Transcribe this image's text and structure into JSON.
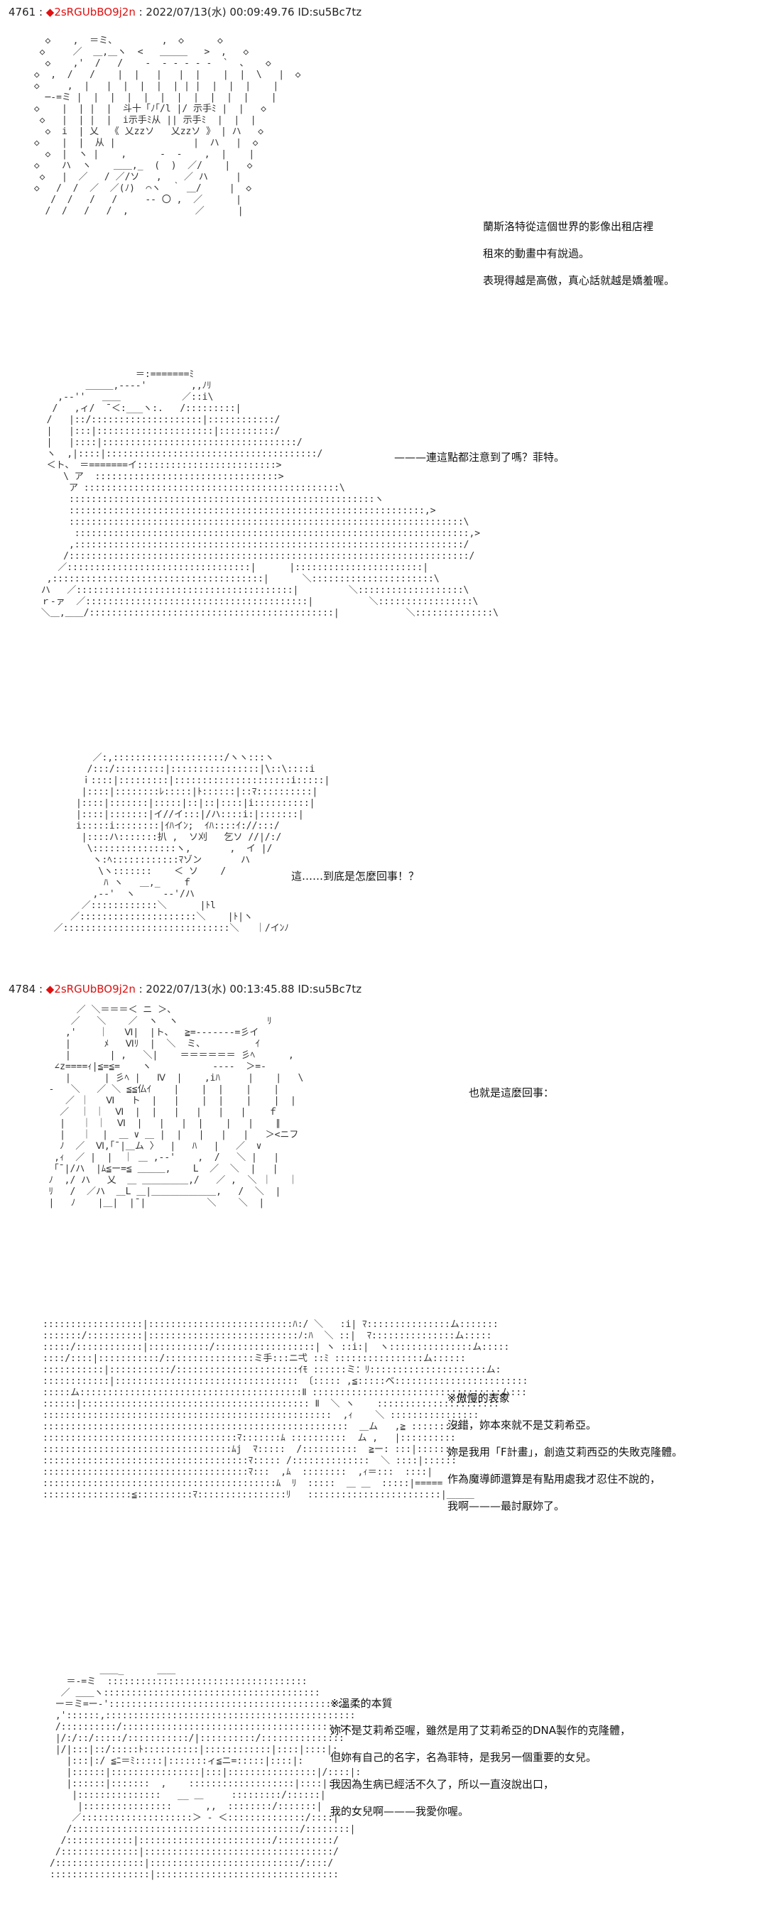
{
  "posts": [
    {
      "number": "4761 :",
      "name": "2sRGUbBO9j2n",
      "meta": ": 2022/07/13(水) 00:09:49.76 ID:su5Bc7tz",
      "scenes": [
        {
          "art": "   ◇    ,  ＝ミ、        ,  ◇      ◇\n  ◇     ／  ＿,＿ヽ  <   ＿＿＿   >  ,   ◇\n   ◇    ,'  /   /    -  ‐ ‐ ‐ ‐ ‐  `  、   ◇\n ◇  ,  /   /    |  |   |   |  |    |  |  \\   |  ◇\n ◇     ,  |   |  |  |  |  | | |  |  |  |    |\n   ─‐=ミ |  |  |  |  |  |  |  |  |  |  |    |\n ◇    |  | |  |  斗十「ﾉ｢/l |/ 示手ﾐ |  |   ◇\n  ◇   |  | |  |  i示手ﾐ从 || 示手ﾐ  |  |  |\n   ◇  i  | 乂  《 乂zzソ   乂zzソ 》 | ハ   ◇\n ◇    |  |  从 |              |  ハ   |  ◇\n   ◇  |  ヽ |    ,      ‐  ‐    ,  |    |\n ◇    ハ  ヽ    ＿＿,_  (  )  ／/    |   ◇\n  ◇   |  ／   / ／/ソ   ,    ／ ハ     |\n ◇   /  /  ／  ／(ﾉ)  ⌒ヽ  ｀ ＿/     |  ◇\n    /  /   /   /     ‐‐ 〇 ,  ／      |\n   /  /   /   /  ,            ／      |",
          "lines": [
            "蘭斯洛特從這個世界的影像出租店裡",
            "租來的動畫中有說過。",
            "表現得越是高傲，真心話就越是嬌羞喔。"
          ]
        },
        {
          "art": "                  ＝:=======ﾐ\n         ＿＿＿,---‐'        ,,ﾉﾘ\n    ,-‐''   ＿＿           ／::i\\\n   /   ,ィ/  ̄ ＜:___ヽ:.   /:::::::::|\n  /   |::/::::::::::::::::::::|::::::::::::/\n  |   |:::|:::::::::::::::::::::|::::::::::/\n  |   |::::|:::::::::::::::::::::::::::::::::::/\n  ヽ  ,|::::|::::::::::::::::::::::::::::::::::::::/\n  ＜ト、 ＝=======イ:::::::::::::::::::::::::>\n     \\ ア  :::::::::::::::::::::::::::::::::>\n      ア ::::::::::::::::::::::::::::::::::::::::::::::\\\n      :::::::::::::::::::::::::::::::::::::::::::::::::::::::ヽ\n      ::::::::::::::::::::::::::::::::::::::::::::::::::::::::::::::::,>\n      :::::::::::::::::::::::::::::::::::::::::::::::::::::::::::::::::::::::\\\n       :::::::::::::::::::::::::::::::::::::::::::::::::::::::::::::::::::::::,>\n      ,::::::::::::::::::::::::::::::::::::::::::::::::::::::::::::::::::::::/\n     /::::::::::::::::::::::::::::::::::::::::::::::::::::::::::::::::::::::::/\n    ／:::::::::::::::::::::::::::::::::|      |:::::::::::::::::::::::|\n  ,::::::::::::::::::::::::::::::::::::::|      ＼::::::::::::::::::::::\\\n ハ   ／:::::::::::::::::::::::::::::::::::::::|         ＼:::::::::::::::::::\\\n ｒ-ァ  ／::::::::::::::::::::::::::::::::::::::::|          ＼:::::::::::::::::\\\n ＼＿,＿＿/::::::::::::::::::::::::::::::::::::::::::::|            ＼::::::::::::::\\",
          "lines": [
            "———連這點都注意到了嗎？菲特。"
          ]
        },
        {
          "art": "         ／:,::::::::::::::::::::/ヽヽ:::ヽ\n        /:::/:::::::::|::::::::::::::::|\\::\\::::i\n       ｉ::::|:::::::::|:::::::::::::::::::::i:::::|\n       |::::|::::::::ﾚ:::::|ﾄ::::::|::ﾏ::::::::::|\n      |::::|:::::::|:::::|::|::|::::|i::::::::::|\n      |::::|:::::::|イ//イ:::|/ハ::::i:|:::::::|\n      i:::::i::::::::|ｲﾊイﾝ;  ｲﾊ::::ｲ://:::/\n       |::::ハ:::::::扒 ,  ソ刈   乞ソ //|/:/\n        \\:::::::::::::::ヽ,       ,  イ |/\n         ヽ:ﾍ::::::::::::ﾏゾン       ハ\n          \\ヽ:::::::    ＜ ソ    /\n           ﾊ ヽ   ＿,_    ｆ\n         ,-‐'  ヽ     ‐‐'/ハ\n       ／::::::::::::＼      |ﾄl\n     ／:::::::::::::::::::::＼    |ﾄ|ヽ\n  ／::::::::::::::::::::::::::::::＼   ｜/イﾝﾉ",
          "lines": [
            "這……到底是怎麼回事！？"
          ]
        }
      ]
    },
    {
      "number": "4784 :",
      "name": "2sRGUbBO9j2n",
      "meta": ": 2022/07/13(水) 00:13:45.88 ID:su5Bc7tz",
      "scenes": [
        {
          "art": "        ／ ＼＝＝＝＜ ニ ＞、\n       ／   ＼    ／  ヽ  ヽ                ﾘ\n      ,'    ｜   Ⅵ|  |ト、  ≧=-------=彡イ\n      |      ﾒ   Ⅵﾘ  |  ＼  ミ、         ｲ\n      |       | ,   ＼|    ＝＝＝＝＝＝ 彡ﾍ      ,\n    ∠z====ｨ|≦=≦=    ヽ           ‐‐‐‐  ＞=‐\n      |      | 彡ﾍ |   Ⅳ  |    ,iﾊ     |    |   \\\n   ‐   ＼   ／ ＼ ≦≦仏ｲ    |    |  |    |    |\n      ／ ｜   Ⅵ   ト  |   |    |  |    |    |  |\n     ／  ｜ ｜  Ⅵ  |  |   |   |   |   |    ｆ\n     |   ｜ ｜  Ⅵ  |   |   |  |    |   |    ∥\n     |   ｜  |  ＿ ∨ ＿ |  |   |   |   |   ＞<ニフ\n     ﾉ  ／  Ⅵ,｢¯|＿ム 〉  |   ﾊ   |   ／  ∨\n    ,ｨ  ／ |  |  ｜ ＿ ,-‐'    ,  /   ＼ |   |\n    ｢¯|/ハ  |ﾑ≦ー=≦ ＿＿＿,    L  ／  ＼  |   |\n   ﾉ  ,/ ハ   乂  ＿ ＿＿＿＿＿,/   ／ ,  ＼ ｜   ｜\n   ﾘ   /  ／ハ  ＿L ＿|＿＿＿＿＿＿＿,   /  ＼  |\n   |   ﾉ    |＿|  |¯|           ＼    ＼  |",
          "lines": [
            "也就是這麼回事："
          ]
        },
        {
          "art": "::::::::::::::::::|::::::::::::::::::::::::::ﾊ:/ ＼   :i| ﾏ:::::::::::::::ム:::::::\n:::::::/::::::::::|:::::::::::::::::::::::::::ﾉ:ﾊ  ＼ ::|  ﾏ:::::::::::::::ム:::::\n:::::/::::::::::::|:::::::::::/::::::::::::::::::| ヽ ::i:|  ヽ:::::::::::::::ム:::::\n::::/::::|:::::::::::/::::::::::::::::ミ手:::ニ弌 ::ﾐ ::::::::::::::::ム::::::\n:::::::::::|:::::::::::/::::::::::::::::::::::ｲﾓ ::::::ミ：ﾘ:::::::::::::::::::::ム:\n::::::::::::|::::::::::::::::::::::::::::::::: 〔::::: ,≦:::::べ::::::::::::::::::::::::\n:::::ム::::::::::::::::::::::::::::::::::::::::Ⅱ ::::::::::::::::::::::::::::::::::ム:::\n::::::|::::::::::::::::::::::::::::::::::::::::: Ⅱ  ＼ ヽ    ::::::::::::::::::::::\n::::::::::::::::::::::::::::::::::::::::::::::::::::  ,ｨ    ＼ ::::::::::::::::\n:::::::::::::::::::::::::::::::::::::::::::::::::::::::  ＿ム   ,≧ ::::::::::\n:::::::::::::::::::::::::::::::::::ﾏ:::::::ﾑ ::::::::::  ム ,   |::::::::::\n::::::::::::::::::::::::::::::::::ﾑj  ﾏ:::::  /::::::::::  ≧ー: :::|:::::::\n:::::::::::::::::::::::::::::::::::::ﾏ::::: /::::::::::::::  ＼ ::::|::::::\n:::::::::::::::::::::::::::::::::::::ﾏ:::  ,ﾑ  ::::::::  ,ｨ＝:::  ::::|\n::::::::::::::::::::::::::::::::::::::::::ﾑ  ﾘ  :::::  ＿ ＿  :::::|=====\n::::::::::::::::≦::::::::::ﾏ::::::::::::::::ﾘ   ::::::::::::::::::::::::|＿＿＿",
          "lines": [
            "※傲慢的表象",
            "",
            "",
            "沒錯，妳本來就不是艾莉希亞。",
            "妳是我用「F計畫」，創造艾莉西亞的失敗克隆體。",
            "作為魔導師還算是有點用處我才忍住不說的，",
            "我啊———最討厭妳了。"
          ]
        },
        {
          "art": "         ＿＿_      ＿＿\n   ＝-=ミ  ::::::::::::::::::::::::::::::::::::\n  ／ ＿＿ヽ:::::::::::::::::::::::::::::::::::::::\n ー＝ミ=ー‐':::::::::::::::::::::::::::::::::::::::::::\n ,'::::::,:::::::::::::::::::::::::::::::::::::::::::::\n /::::::::::/::::::::::::::::::::::::::::::::::::::::::\n |/:/::/:::::/:::::::::::/|::::::::::/:::::::::::::::\n |/|:::|::/:::::ﾄ::::::::::|::::::::::::|::::|::::|:\n   |:::|:/ ≦ﾆ＝ﾐ:::::|:::::::ィ≦ニ=:::::|::::|:\n   |::::::|::::::::::::::::|:::|::::::::::::::::|/::::|:\n   |::::::|:::::::  ,    :::::::::::::::::::|::::|:\n    |:::::::::::::::   __ ＿     :::::::::/::::::|\n     |::::::::::::::::      ,,  ::::::::/:::::::|\n    ／::::::::::::::::::::＞ ‐ ＜::::::::::::::/::::|\n   /:::::::::::::::::::::::::::::::::::::::::/::::::::|\n  /::::::::::::|::::::::::::::::::::::::/::::::::::/\n /::::::::::::::|::::::::::::::::::::::::::::::::::/\n/::::::::::::::::|:::::::::::::::::::::::::::/::::/\n::::::::::::::::::|:::::::::::::::::::::::::::::::::",
          "lines": [
            "※溫柔的本質",
            "",
            "",
            "妳不是艾莉希亞喔，雖然是用了艾莉希亞的DNA製作的克隆體，",
            "但妳有自己的名字，名為菲特，是我另一個重要的女兒。",
            "我因為生病已經活不久了，所以一直沒說出口，",
            "我的女兒啊———我愛你喔。"
          ]
        }
      ]
    }
  ]
}
